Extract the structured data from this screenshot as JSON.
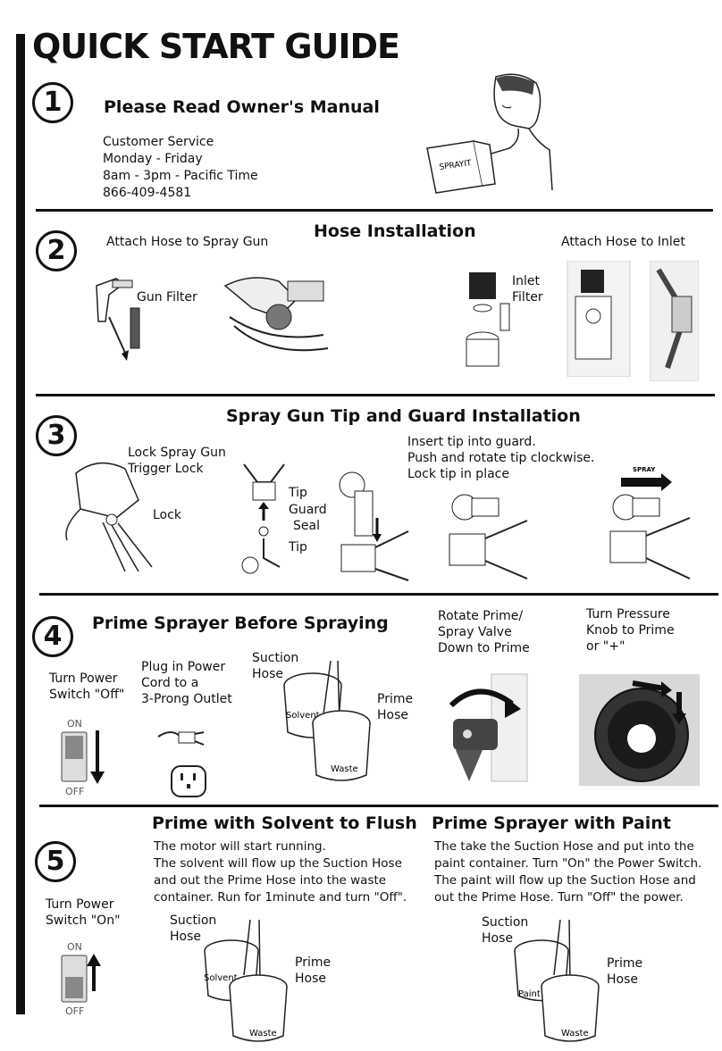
{
  "title": "QUICK START GUIDE",
  "step1": {
    "number": "1",
    "heading": "Please Read Owner's Manual",
    "contact_lines": [
      "Customer Service",
      "Monday - Friday",
      "8am - 3pm  - Pacific Time",
      "866-409-4581"
    ],
    "book_label": "SPRAYIT"
  },
  "step2": {
    "number": "2",
    "heading": "Hose Installation",
    "left_caption": "Attach Hose to Spray Gun",
    "right_caption": "Attach Hose to Inlet",
    "gun_filter_label": "Gun Filter",
    "inlet_filter_label": "Inlet\nFilter"
  },
  "step3": {
    "number": "3",
    "heading": "Spray Gun Tip and Guard Installation",
    "lock_caption": "Lock Spray Gun\nTrigger Lock",
    "lock_label": "Lock",
    "tip_label": "Tip",
    "guard_label": "Guard",
    "seal_label": "Seal",
    "tip_label_2": "Tip",
    "instructions": "Insert tip into guard.\nPush and rotate tip clockwise.\nLock tip in place",
    "spray_label": "SPRAY"
  },
  "step4": {
    "number": "4",
    "heading": "Prime Sprayer Before Spraying",
    "switch_caption": "Turn Power\nSwitch \"Off\"",
    "plug_caption": "Plug in Power\nCord to a\n3-Prong Outlet",
    "suction_label": "Suction\nHose",
    "prime_label": "Prime\nHose",
    "solvent_label": "Solvent",
    "waste_label": "Waste",
    "valve_caption": "Rotate Prime/\nSpray Valve\nDown to Prime",
    "knob_caption": "Turn Pressure\nKnob to Prime\nor \"+\"",
    "switch_on": "ON",
    "switch_off": "OFF"
  },
  "step5": {
    "number": "5",
    "switch_caption": "Turn Power\nSwitch \"On\"",
    "left_heading": "Prime with Solvent to Flush",
    "left_body": "The motor will start running.\nThe solvent will flow up the Suction Hose\nand out the Prime Hose into the waste\ncontainer. Run for 1minute and turn \"Off\".",
    "right_heading": "Prime Sprayer with Paint",
    "right_body": "The take the Suction Hose and put into the\npaint container. Turn \"On\" the Power Switch.\nThe paint will flow up the Suction Hose and\nout the Prime Hose. Turn \"Off\" the power.",
    "suction_label": "Suction\nHose",
    "prime_label": "Prime\nHose",
    "solvent_label": "Solvent",
    "paint_label": "Paint",
    "waste_label": "Waste",
    "switch_on": "ON",
    "switch_off": "OFF"
  }
}
